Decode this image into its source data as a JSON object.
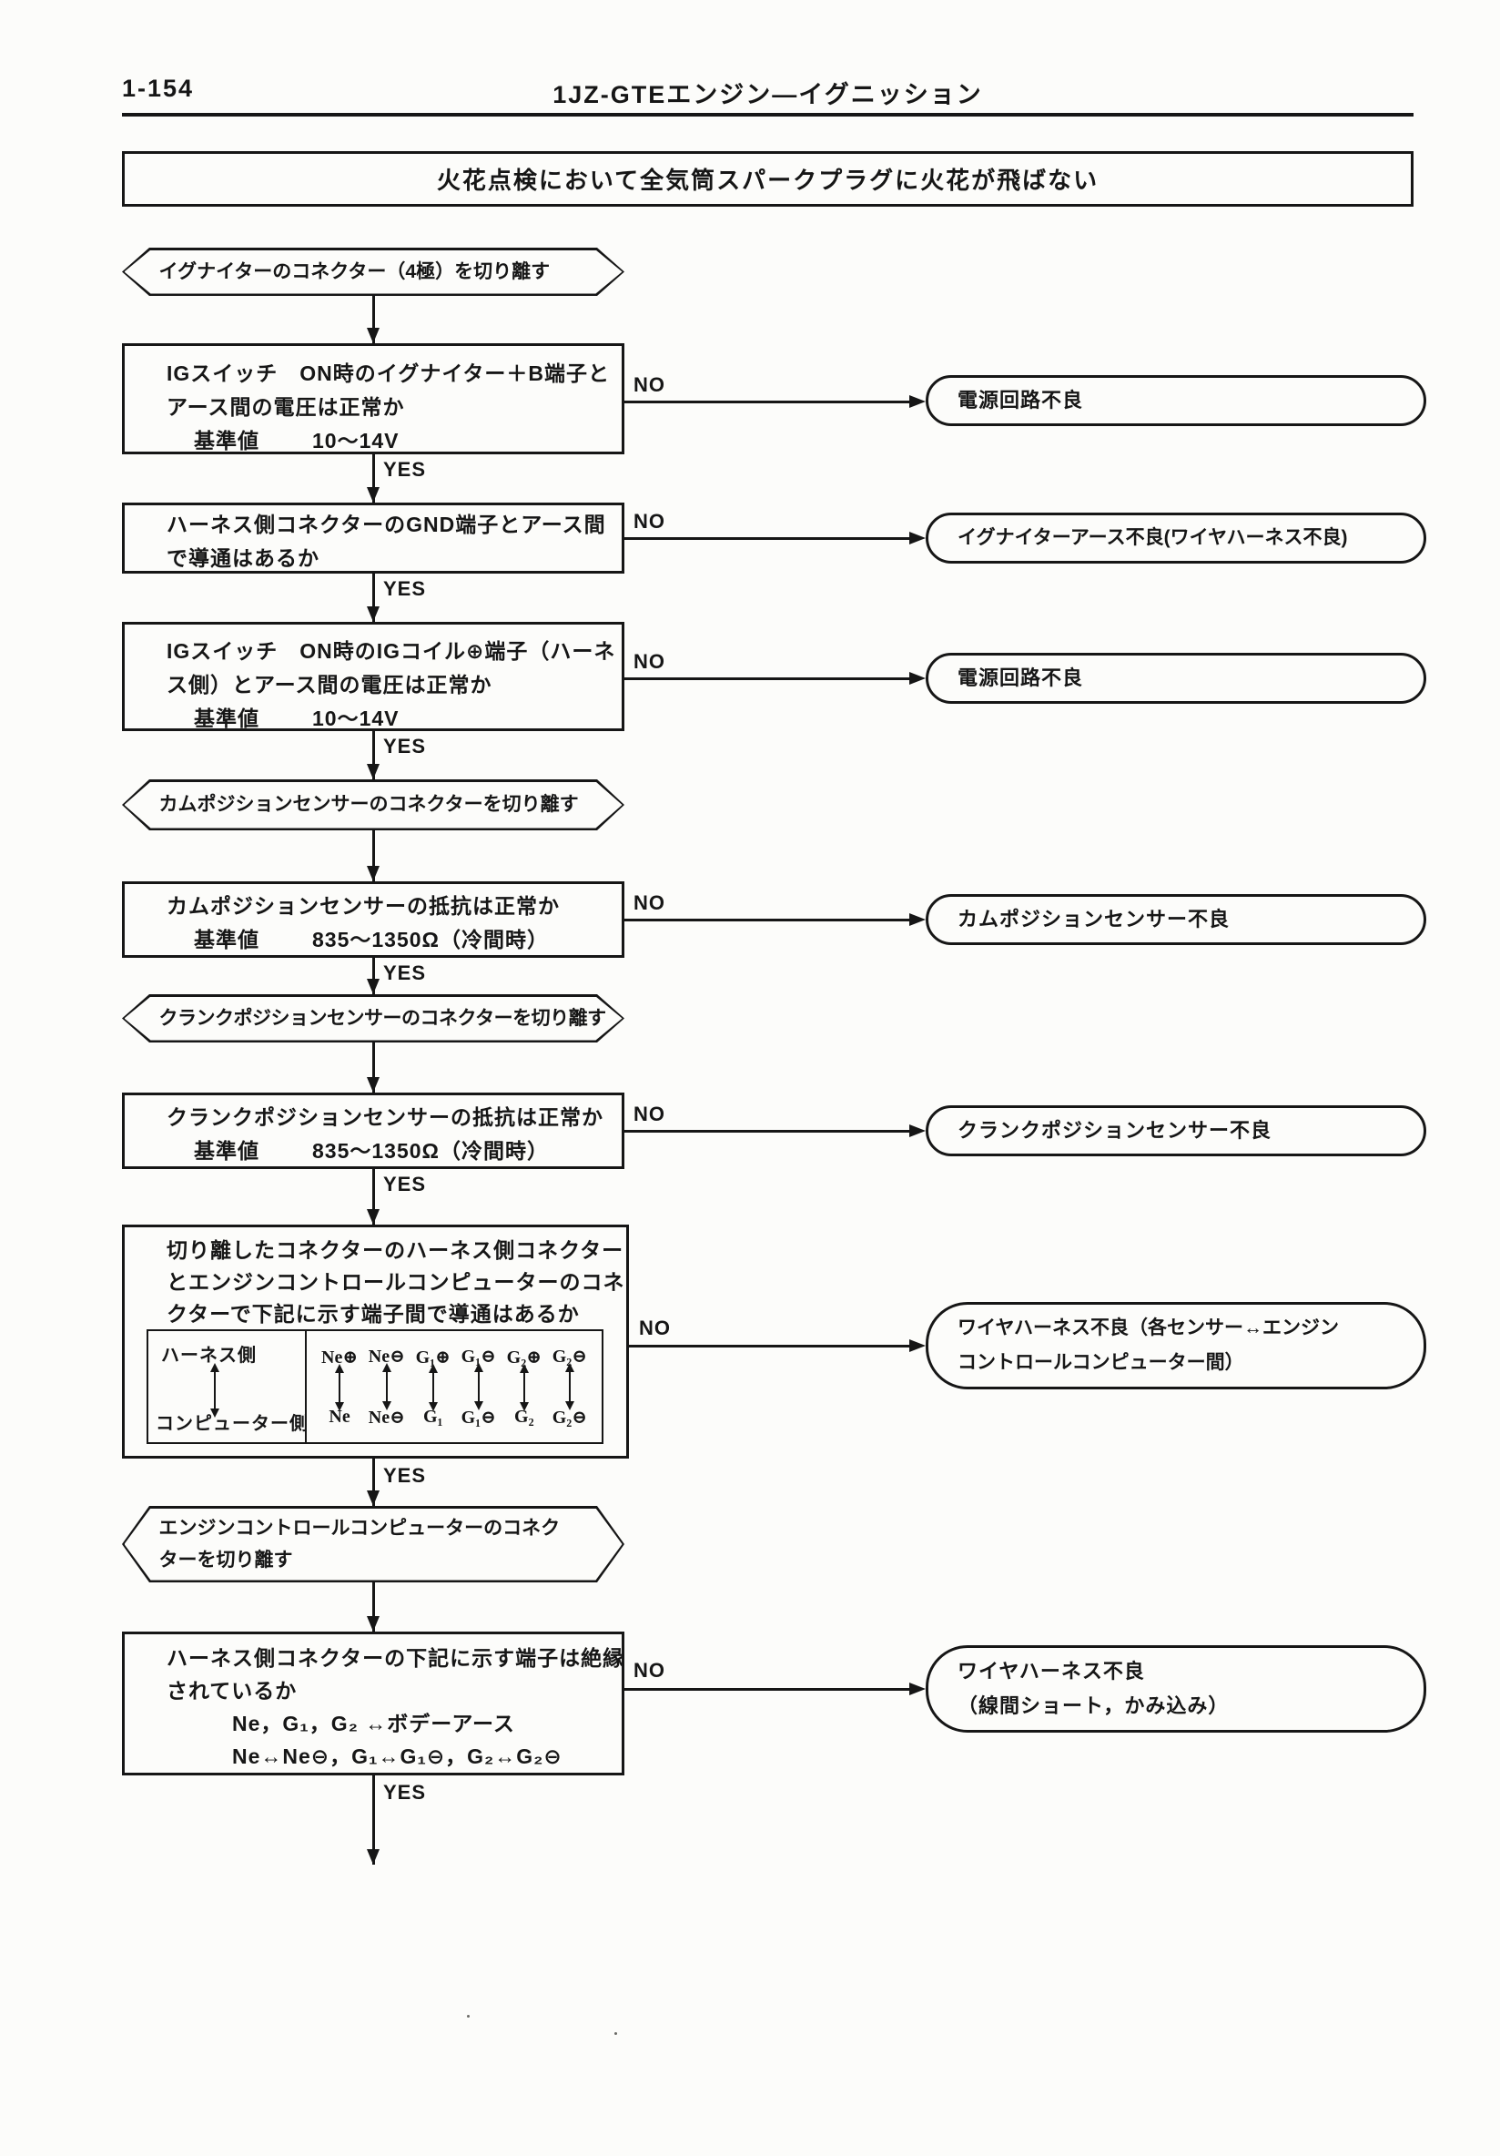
{
  "page": {
    "number": "1-154",
    "header_title": "1JZ-GTEエンジン―イグニッション"
  },
  "banner": {
    "title": "火花点検において全気筒スパークプラグに火花が飛ばない"
  },
  "labels": {
    "yes": "YES",
    "no": "NO"
  },
  "flow": {
    "hex1": {
      "text": "イグナイターのコネクター（4極）を切り離す"
    },
    "box1": {
      "line1": "IGスイッチ　ON時のイグナイター＋B端子と",
      "line2": "アース間の電圧は正常か",
      "spec_label": "基準値",
      "spec_value": "10〜14V"
    },
    "pill1": {
      "text": "電源回路不良"
    },
    "box2": {
      "line1": "ハーネス側コネクターのGND端子とアース間",
      "line2": "で導通はあるか"
    },
    "pill2": {
      "text": "イグナイターアース不良(ワイヤハーネス不良)"
    },
    "box3": {
      "line1": "IGスイッチ　ON時のIGコイル⊕端子（ハーネ",
      "line2": "ス側）とアース間の電圧は正常か",
      "spec_label": "基準値",
      "spec_value": "10〜14V"
    },
    "pill3": {
      "text": "電源回路不良"
    },
    "hex2": {
      "text": "カムポジションセンサーのコネクターを切り離す"
    },
    "box4": {
      "line1": "カムポジションセンサーの抵抗は正常か",
      "spec_label": "基準値",
      "spec_value": "835〜1350Ω（冷間時）"
    },
    "pill4": {
      "text": "カムポジションセンサー不良"
    },
    "hex3": {
      "text": "クランクポジションセンサーのコネクターを切り離す"
    },
    "box5": {
      "line1": "クランクポジションセンサーの抵抗は正常か",
      "spec_label": "基準値",
      "spec_value": "835〜1350Ω（冷間時）"
    },
    "pill5": {
      "text": "クランクポジションセンサー不良"
    },
    "box6": {
      "line1": "切り離したコネクターのハーネス側コネクター",
      "line2": "とエンジンコントロールコンピューターのコネ",
      "line3": "クターで下記に示す端子間で導通はあるか",
      "table": {
        "left_top": "ハーネス側",
        "left_bottom": "コンピューター側",
        "pairs": [
          {
            "top": "Ne⊕",
            "bottom": "Ne"
          },
          {
            "top": "Ne⊖",
            "bottom": "Ne⊖"
          },
          {
            "top": "G₁⊕",
            "bottom": "G₁"
          },
          {
            "top": "G₁⊖",
            "bottom": "G₁⊖"
          },
          {
            "top": "G₂⊕",
            "bottom": "G₂"
          },
          {
            "top": "G₂⊖",
            "bottom": "G₂⊖"
          }
        ]
      }
    },
    "pill6": {
      "line1": "ワイヤハーネス不良（各センサー↔エンジン",
      "line2": "コントロールコンピューター間）"
    },
    "hex4": {
      "line1": "エンジンコントロールコンピューターのコネク",
      "line2": "ターを切り離す"
    },
    "box7": {
      "line1": "ハーネス側コネクターの下記に示す端子は絶縁",
      "line2": "されているか",
      "line3": "Ne，G₁，G₂ ↔ボデーアース",
      "line4": "Ne↔Ne⊖，G₁↔G₁⊖，G₂↔G₂⊖"
    },
    "pill7": {
      "line1": "ワイヤハーネス不良",
      "line2": "（線間ショート，かみ込み）"
    }
  }
}
